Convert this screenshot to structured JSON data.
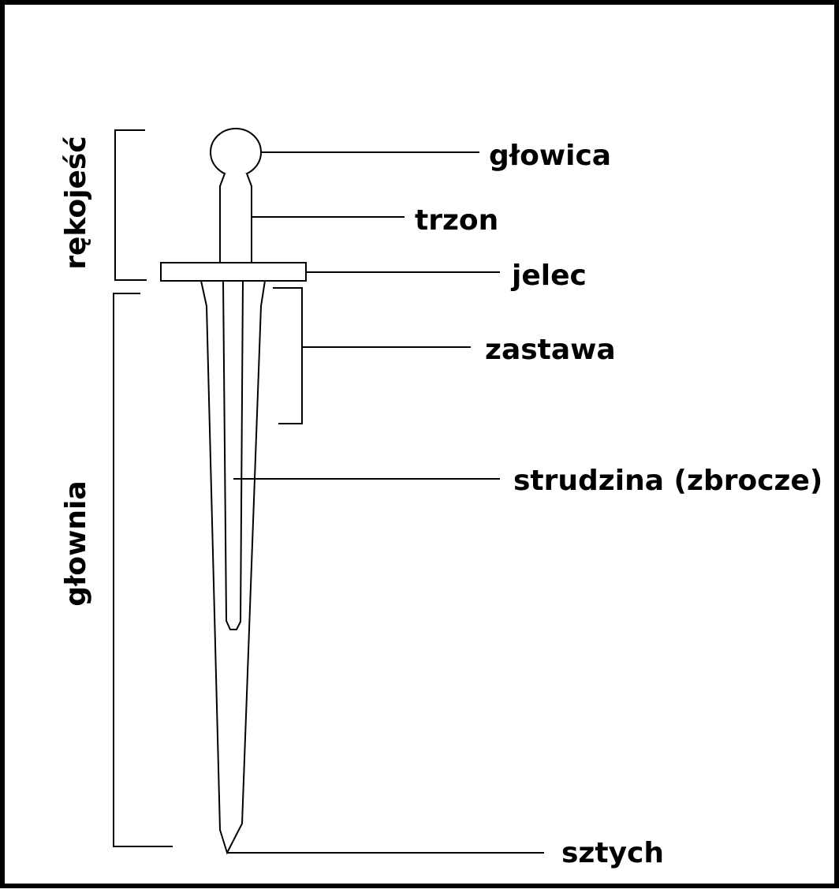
{
  "diagram": {
    "labels": {
      "glowica": "głowica",
      "trzon": "trzon",
      "jelec": "jelec",
      "zastawa": "zastawa",
      "strudzina": "strudzina (zbrocze)",
      "sztych": "sztych"
    },
    "groups": {
      "rekojesc": "rękojeść",
      "glownia": "głownia"
    }
  }
}
